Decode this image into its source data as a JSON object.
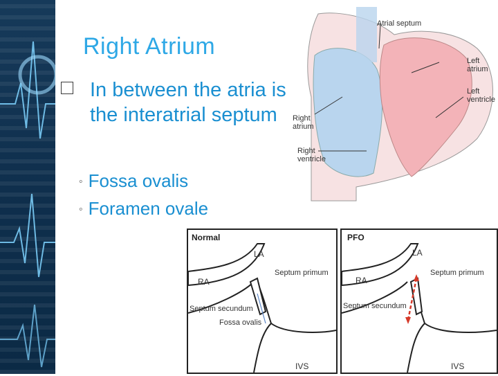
{
  "slide": {
    "title": "Right Atrium",
    "bullet": "In between the atria is the interatrial septum",
    "subitems": [
      "Fossa ovalis",
      "Foramen ovale"
    ],
    "sub_marker": "◦"
  },
  "heart_figure": {
    "labels": {
      "atrial_septum": "Atrial septum",
      "left_atrium": "Left atrium",
      "left_ventricle": "Left ventricle",
      "right_atrium": "Right atrium",
      "right_ventricle": "Right ventricle"
    },
    "colors": {
      "right_side": "#b9d5ee",
      "left_side": "#f3b3b8"
    }
  },
  "septum_panels": [
    {
      "title": "Normal",
      "la": "LA",
      "ra": "RA",
      "ivs": "IVS",
      "primum": "Septum primum",
      "secundum": "Septum secundum",
      "extra": "Fossa ovalis"
    },
    {
      "title": "PFO",
      "la": "LA",
      "ra": "RA",
      "ivs": "IVS",
      "primum": "Septum primum",
      "secundum": "Septum secundum"
    }
  ],
  "colors": {
    "title": "#2ea8e6",
    "text": "#1a8fd1",
    "sidebar": "#0f2f4d",
    "pfo_arrow": "#d63a2a"
  }
}
